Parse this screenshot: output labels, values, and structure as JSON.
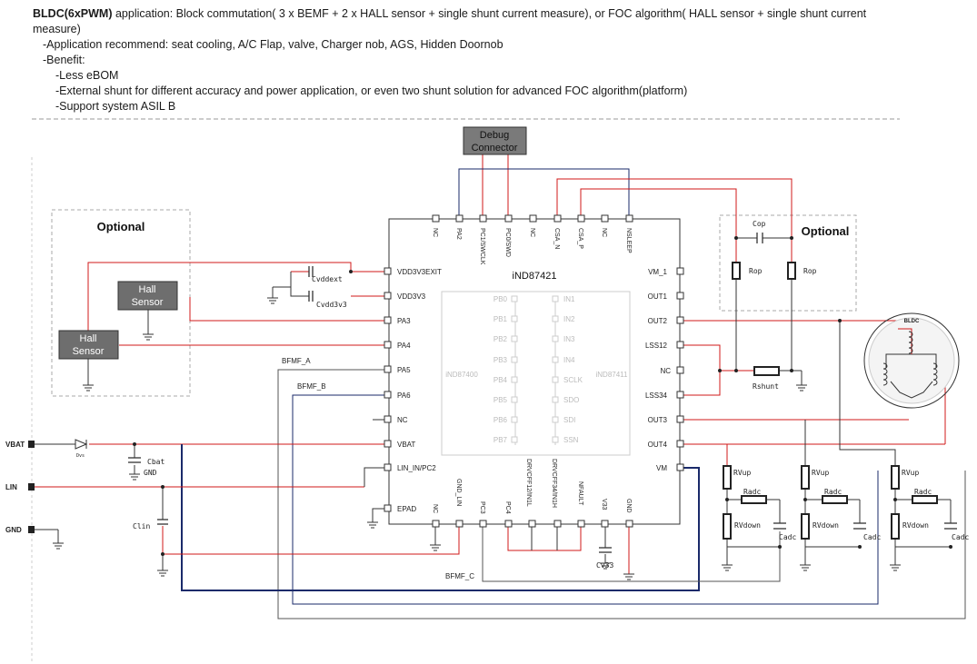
{
  "header": {
    "bold": "BLDC(6xPWM)",
    "line1_rest": " application: Block commutation( 3 x BEMF + 2 x HALL sensor + single shunt current measure), or FOC algorithm( HALL sensor + single shunt current",
    "line2": "measure)",
    "line3": "-Application recommend:  seat cooling, A/C Flap, valve, Charger nob, AGS, Hidden Doornob",
    "line4": "-Benefit:",
    "line5": "-Less eBOM",
    "line6": "-External shunt for different accuracy and power application, or even two shunt solution for advanced FOC algorithm(platform)",
    "line7": "-Support system ASIL B"
  },
  "optional_left": "Optional",
  "optional_right": "Optional",
  "hall1": [
    "Hall",
    "Sensor"
  ],
  "hall2": [
    "Hall",
    "Sensor"
  ],
  "debug": [
    "Debug",
    "Connector"
  ],
  "chip_name": "iND87421",
  "inner_left": "iND87400",
  "inner_right": "iND87411",
  "left_pins": [
    "VDD3V3EXIT",
    "VDD3V3",
    "PA3",
    "PA4",
    "PA5",
    "PA6",
    "NC",
    "VBAT",
    "LIN_IN/PC2",
    "EPAD"
  ],
  "right_pins": [
    "VM_1",
    "OUT1",
    "OUT2",
    "LSS12",
    "NC",
    "LSS34",
    "OUT3",
    "OUT4",
    "VM"
  ],
  "top_pins": [
    "NC",
    "PA2",
    "PC1/SWCLK",
    "PC0/SWD",
    "NC",
    "CSA_N",
    "CSA_P",
    "NC",
    "NSLEEP"
  ],
  "bottom_pins": [
    "NC",
    "GND_LIN",
    "PC3",
    "PC4",
    "DRVCFF12/IN1L",
    "DRVCFF34/IN1H",
    "NFAULT",
    "V33",
    "GND"
  ],
  "inner_left_pins": [
    "PB0",
    "PB1",
    "PB2",
    "PB3",
    "PB4",
    "PB5",
    "PB6",
    "PB7"
  ],
  "inner_right_pins": [
    "IN1",
    "IN2",
    "IN3",
    "IN4",
    "SCLK",
    "SDO",
    "SDI",
    "SSN"
  ],
  "nets": {
    "vbat": "VBAT",
    "lin": "LIN",
    "gnd": "GND",
    "bfmf_a": "BFMF_A",
    "bfmf_b": "BFMF_B",
    "bfmf_c": "BFMF_C"
  },
  "components": {
    "dvs": "Dvs",
    "cbat": "Cbat",
    "cbat_gnd": "GND",
    "clin": "Clin",
    "cvddext": "Cvddext",
    "cvdd3v3": "Cvdd3v3",
    "cv33": "Cv33",
    "cop": "Cop",
    "rop1": "Rop",
    "rop2": "Rop",
    "rshunt": "Rshunt",
    "rup": "RVup",
    "radc": "Radc",
    "rdown": "RVdown",
    "cadc": "Cadc"
  },
  "motor_label": "BLDC",
  "colors": {
    "wire_red": "#d01818",
    "wire_navy": "#1a2a6a",
    "wire_gray": "#666666",
    "box_fill": "#6e6e6e",
    "debug_fill": "#7a7a7a"
  }
}
